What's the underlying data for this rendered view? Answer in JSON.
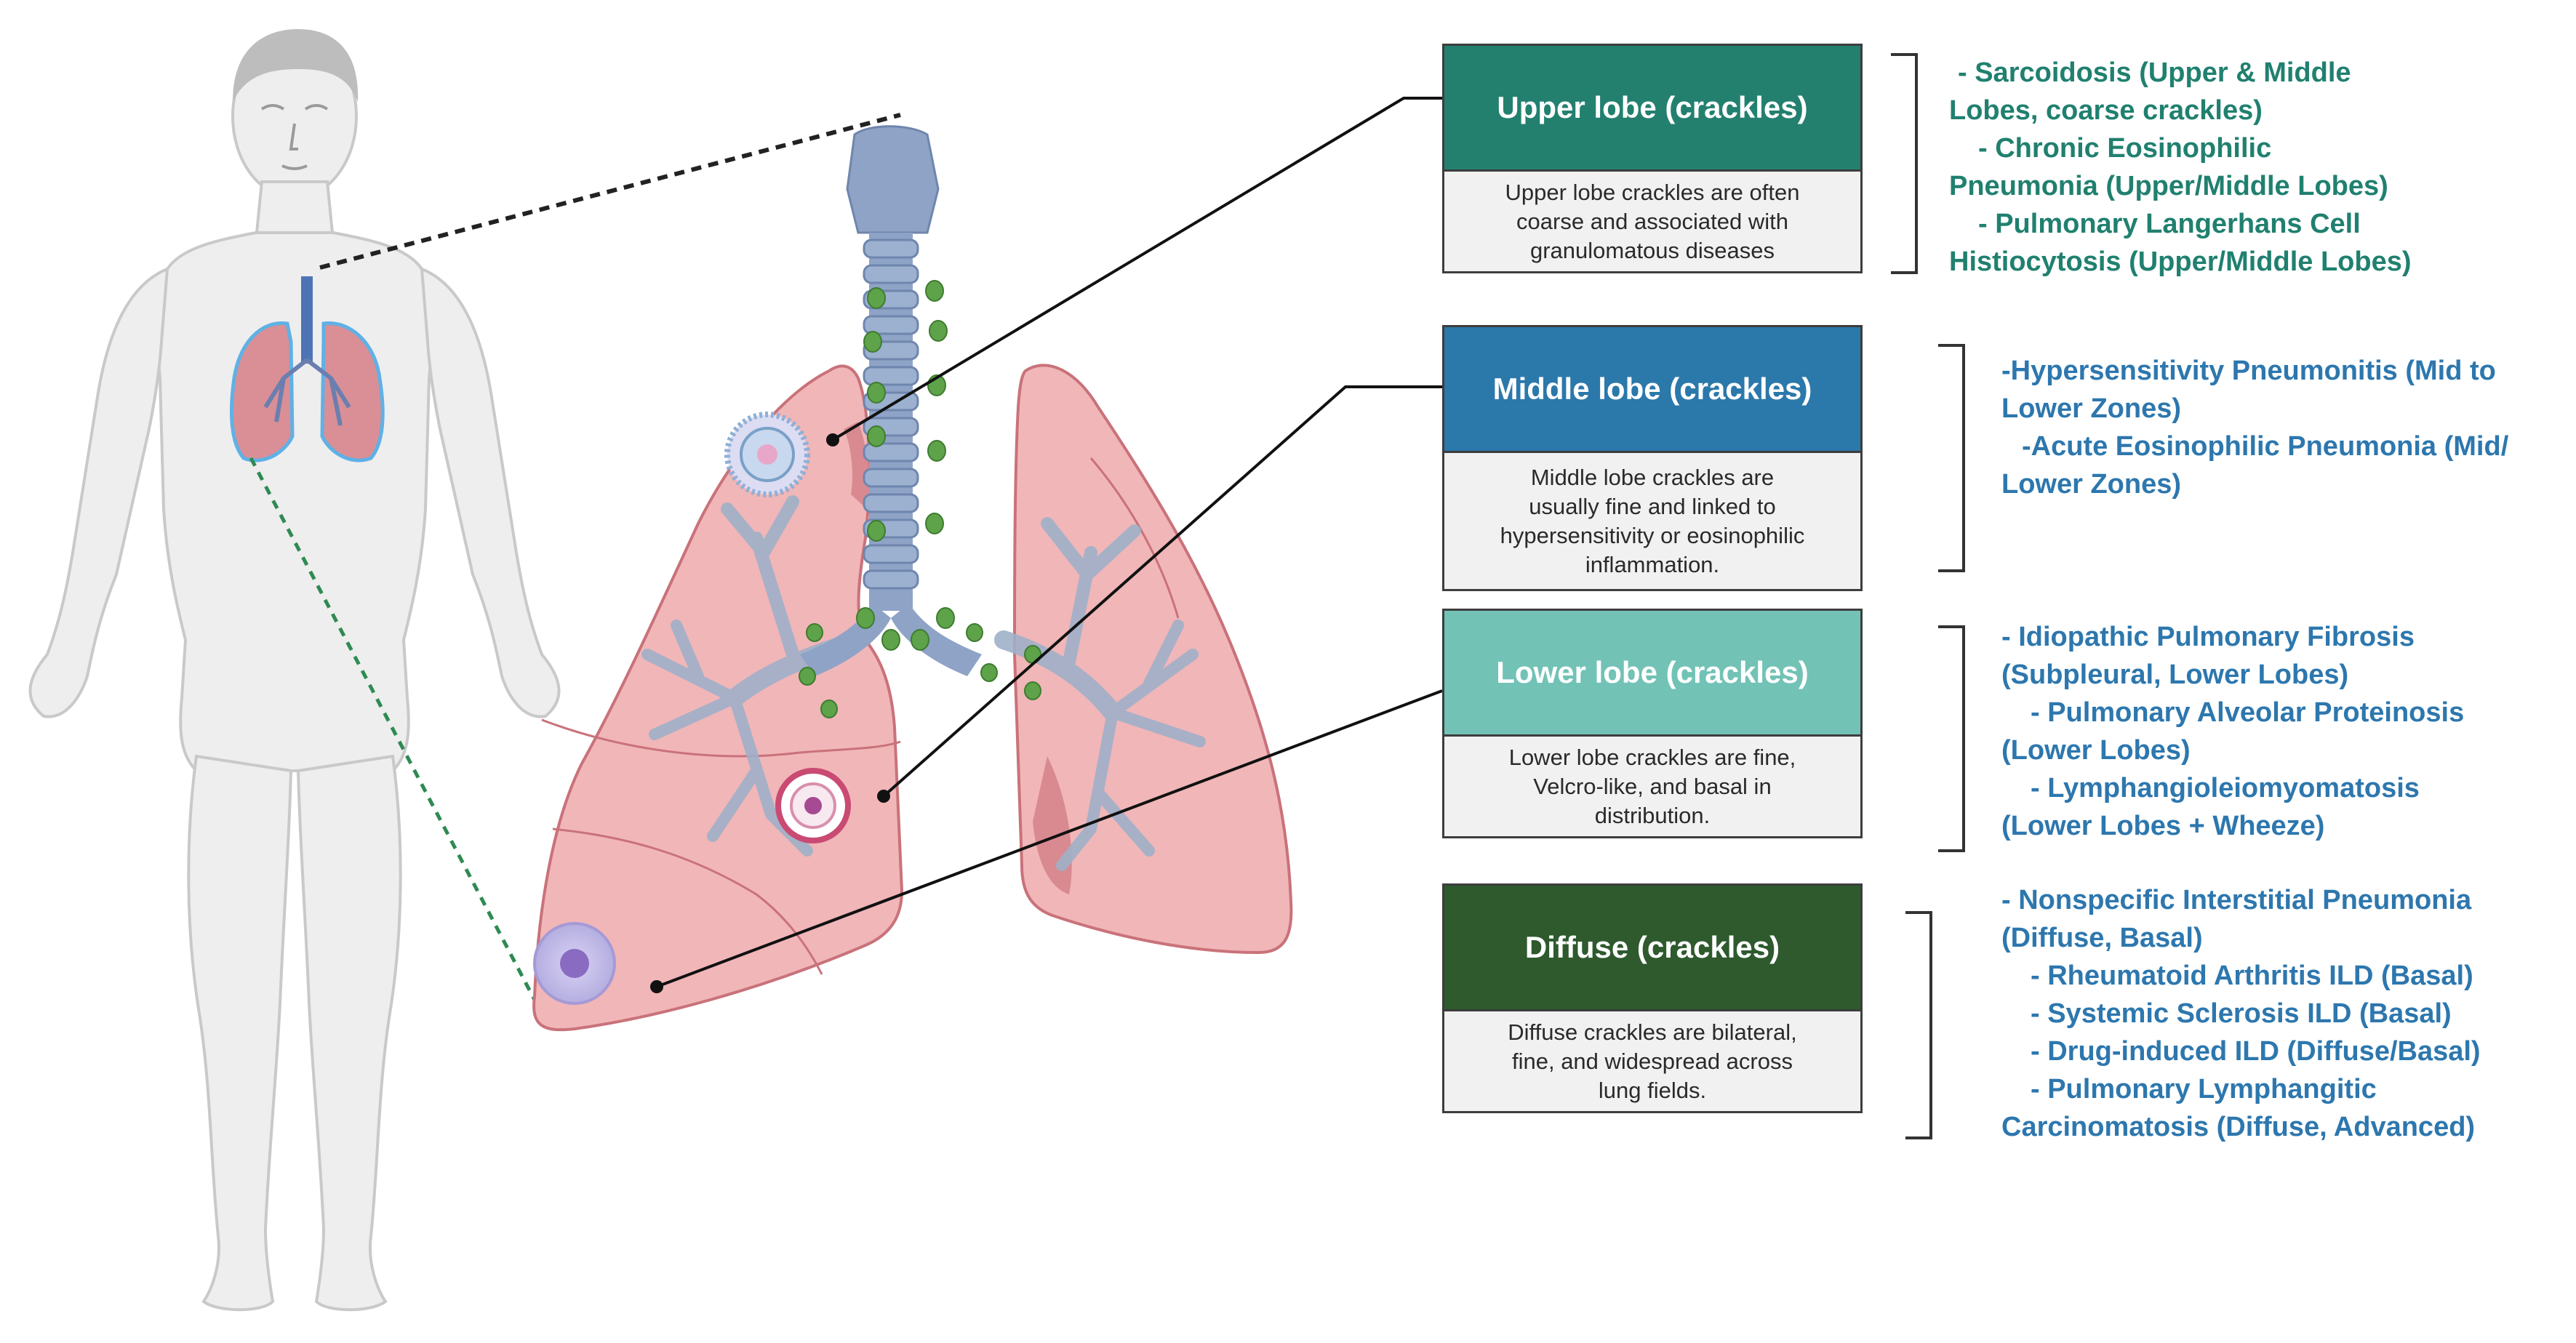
{
  "colors": {
    "upper": "#23806f",
    "middle": "#2b78ab",
    "lower": "#72c2b6",
    "diffuse": "#2e5a2e",
    "upper_text": "#20806f",
    "other_text": "#2d77ae",
    "lung": "#f0b3b6",
    "bronchi": "#94a9c6"
  },
  "lobes": [
    {
      "key": "upper",
      "title": "Upper lobe (crackles)",
      "desc": [
        "Upper lobe crackles are often",
        "coarse and associated with",
        "granulomatous diseases"
      ],
      "diseases": [
        "- Sarcoidosis (Upper & Middle",
        "Lobes, coarse crackles)",
        "- Chronic Eosinophilic",
        "Pneumonia (Upper/Middle Lobes)",
        "- Pulmonary Langerhans Cell",
        "Histiocytosis (Upper/Middle Lobes)"
      ]
    },
    {
      "key": "middle",
      "title": "Middle lobe (crackles)",
      "desc": [
        "Middle lobe crackles are",
        "usually fine and linked to",
        "hypersensitivity or eosinophilic",
        "inflammation."
      ],
      "diseases": [
        "-Hypersensitivity Pneumonitis (Mid to",
        "Lower Zones)",
        "-Acute Eosinophilic Pneumonia (Mid/",
        "Lower Zones)"
      ]
    },
    {
      "key": "lower",
      "title": "Lower lobe (crackles)",
      "desc": [
        "Lower lobe crackles are fine,",
        "Velcro-like, and basal in",
        "distribution."
      ],
      "diseases": [
        "- Idiopathic Pulmonary Fibrosis",
        "(Subpleural, Lower Lobes)",
        "- Pulmonary Alveolar Proteinosis",
        "(Lower Lobes)",
        "- Lymphangioleiomyomatosis",
        "(Lower Lobes + Wheeze)"
      ]
    },
    {
      "key": "diffuse",
      "title": "Diffuse (crackles)",
      "desc": [
        "Diffuse crackles are bilateral,",
        "fine, and widespread across",
        "lung fields."
      ],
      "diseases": [
        "- Nonspecific Interstitial Pneumonia",
        "(Diffuse, Basal)",
        "- Rheumatoid Arthritis ILD (Basal)",
        "- Systemic Sclerosis ILD (Basal)",
        "- Drug-induced ILD (Diffuse/Basal)",
        "- Pulmonary Lymphangitic",
        "Carcinomatosis (Diffuse, Advanced)"
      ]
    }
  ]
}
